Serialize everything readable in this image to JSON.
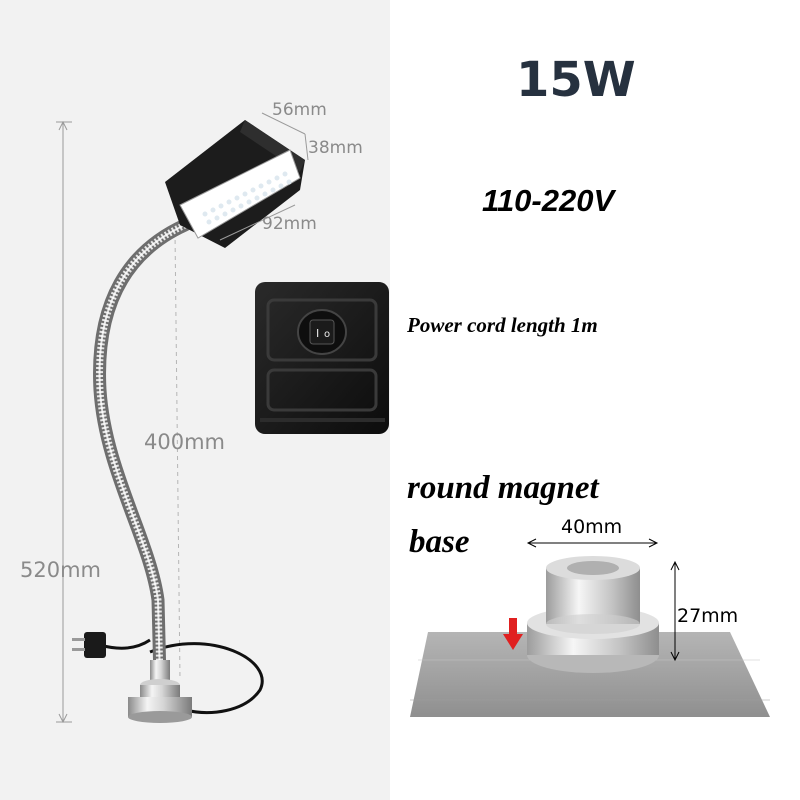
{
  "specs": {
    "wattage": "15W",
    "voltage": "110-220V",
    "power_cord": "Power cord length 1m"
  },
  "lamp_dimensions": {
    "head_depth": "56mm",
    "head_height": "38mm",
    "head_width": "92mm",
    "gooseneck_length": "400mm",
    "total_height": "520mm"
  },
  "base": {
    "title_line1": "round magnet",
    "title_line2": "base",
    "diameter": "40mm",
    "height": "27mm"
  },
  "icons": {
    "switch": "rocker-switch-icon",
    "arrow": "down-arrow-icon",
    "plug": "power-plug-icon"
  },
  "colors": {
    "arrow": "#e02020",
    "led": "#f4fbff",
    "housing": "#1c1c1c",
    "plate": "#a6a6a6"
  }
}
